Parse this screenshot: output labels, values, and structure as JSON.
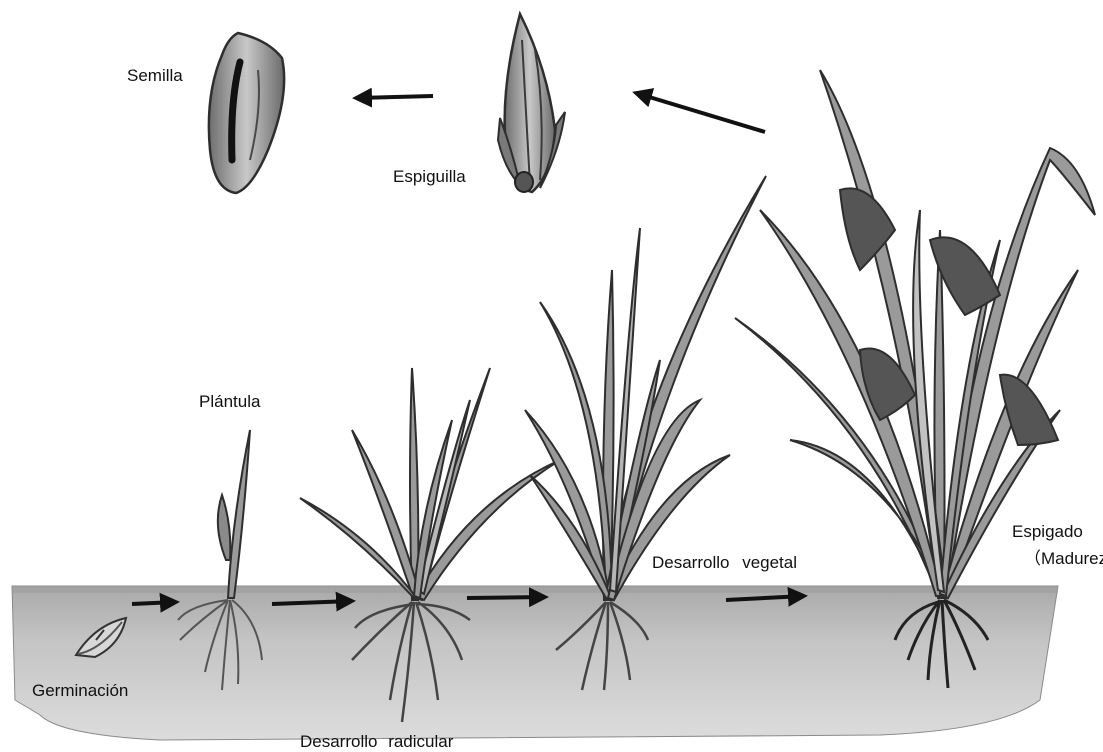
{
  "stages": {
    "seed": "Semilla",
    "spikelet": "Espiguilla",
    "seedling": "Plántula",
    "germination": "Germinación",
    "root_development": "Desarrollo radicular",
    "vegetative_development": "Desarrollo vegetal",
    "heading": "Espigado",
    "maturity": "（Madurez）"
  },
  "colors": {
    "soil": "#b9b9b9",
    "soil_dark": "#8f8f8f",
    "plant_fill": "#9a9a9a",
    "plant_stroke": "#2e2e2e",
    "arrow": "#111111"
  }
}
